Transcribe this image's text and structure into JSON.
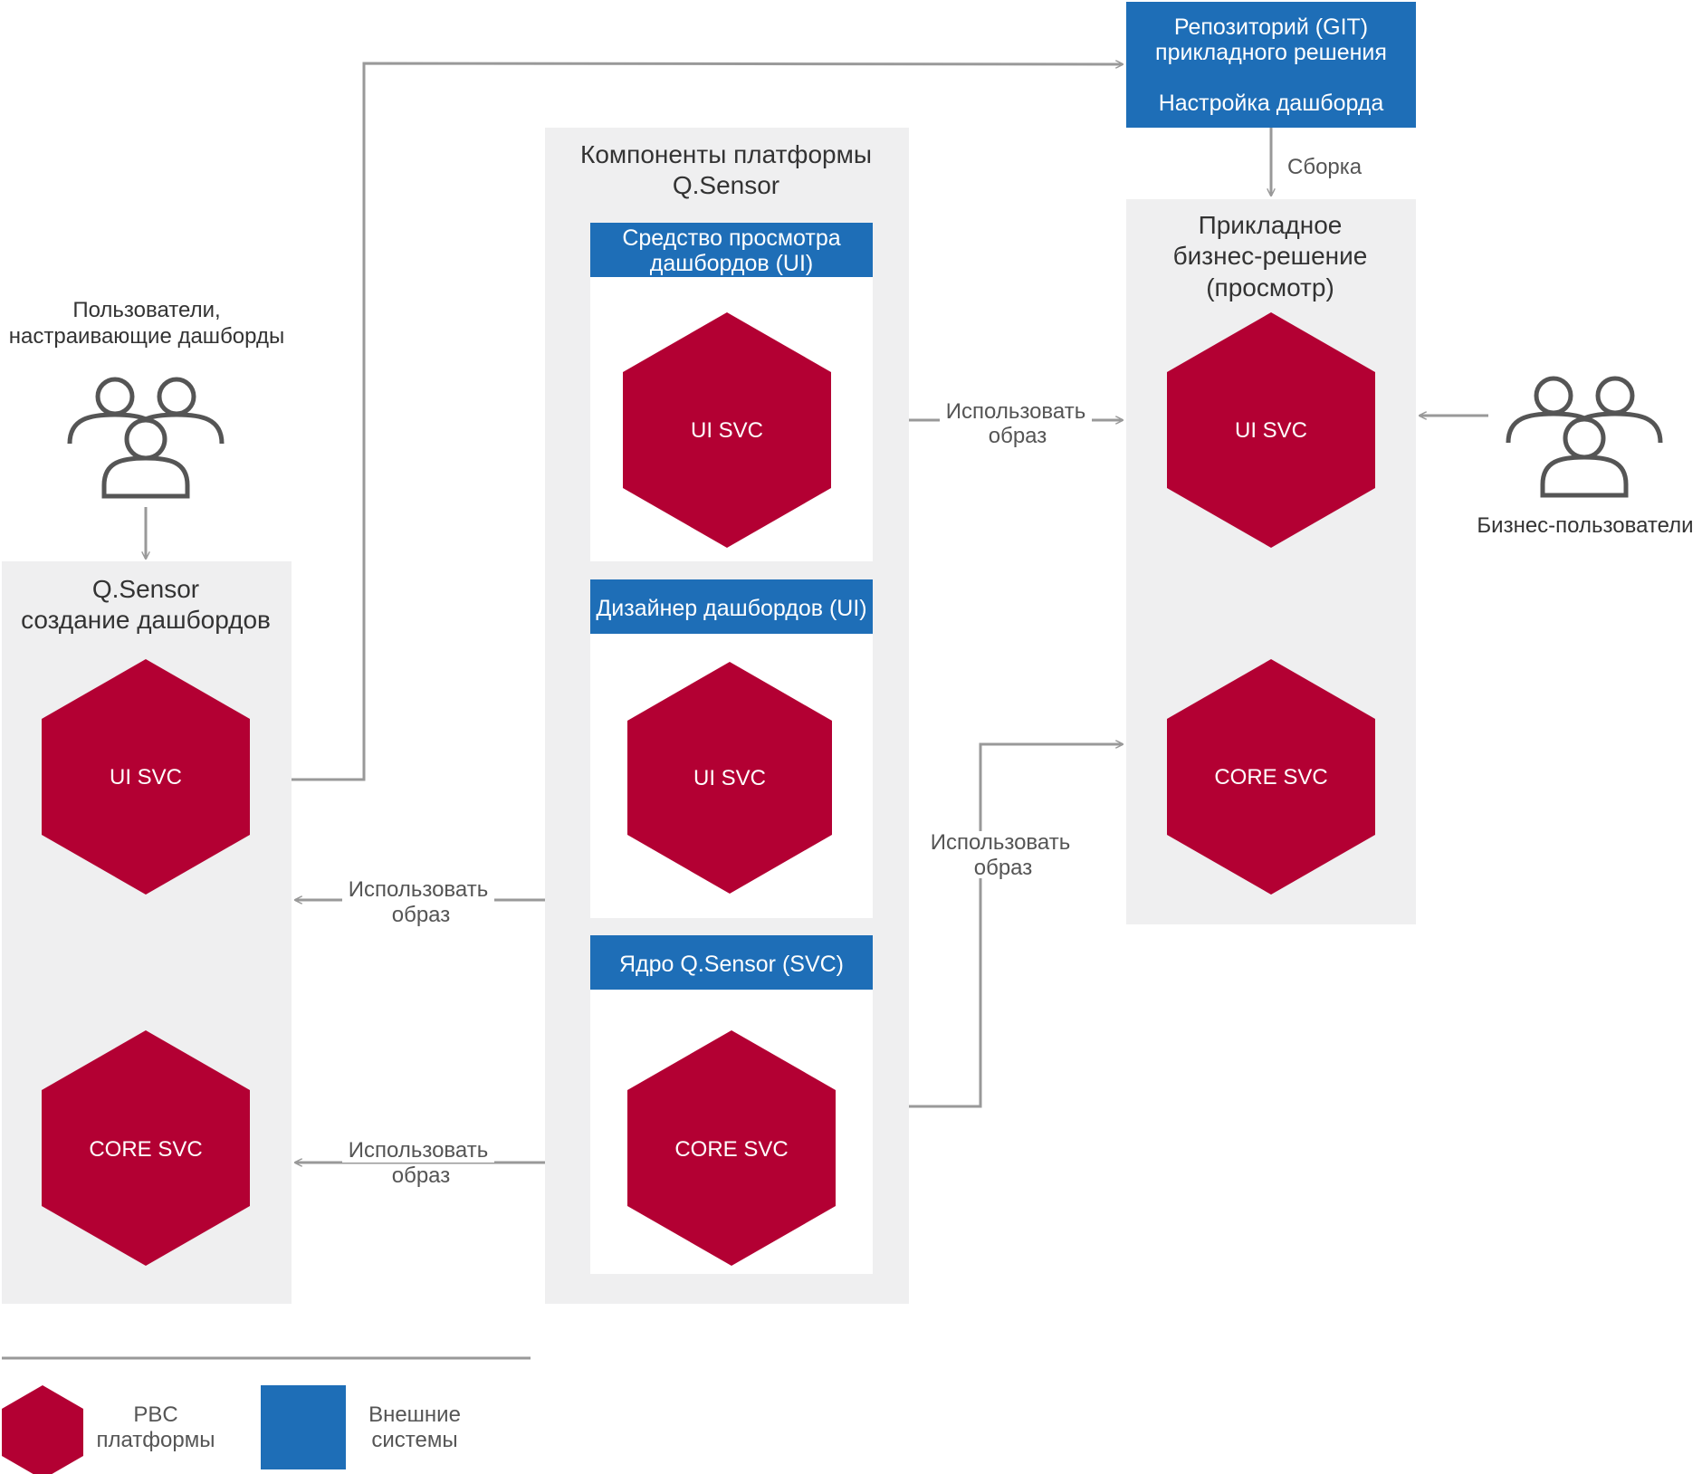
{
  "colors": {
    "pbc": "#b30033",
    "external": "#1e6eb7",
    "panel": "#efeff0",
    "arrow": "#999999",
    "icon": "#555555"
  },
  "left_panel": {
    "title_line1": "Q.Sensor",
    "title_line2": "создание дашбордов",
    "hex_ui": "UI SVC",
    "hex_core": "CORE SVC"
  },
  "middle_panel": {
    "title_line1": "Компоненты платформы",
    "title_line2": "Q.Sensor",
    "viewer_header_line1": "Средство просмотра",
    "viewer_header_line2": "дашбордов (UI)",
    "viewer_hex": "UI SVC",
    "designer_header": "Дизайнер дашбордов (UI)",
    "designer_hex": "UI SVC",
    "core_header": "Ядро Q.Sensor (SVC)",
    "core_hex": "CORE SVC"
  },
  "right_panel": {
    "title_line1": "Прикладное",
    "title_line2": "бизнес-решение",
    "title_line3": "(просмотр)",
    "hex_ui": "UI SVC",
    "hex_core": "CORE SVC"
  },
  "repo": {
    "line1": "Репозиторий (GIT)",
    "line2": "прикладного решения",
    "line3": "Настройка дашборда"
  },
  "arrows": {
    "build": "Сборка",
    "use_image_line1": "Использовать",
    "use_image_line2": "образ"
  },
  "actors": {
    "admins_line1": "Пользователи,",
    "admins_line2": "настраивающие дашборды",
    "business": "Бизнес-пользователи",
    "icon": "users-group-icon"
  },
  "legend": {
    "pbc_line1": "PBC",
    "pbc_line2": "платформы",
    "ext_line1": "Внешние",
    "ext_line2": "системы"
  }
}
